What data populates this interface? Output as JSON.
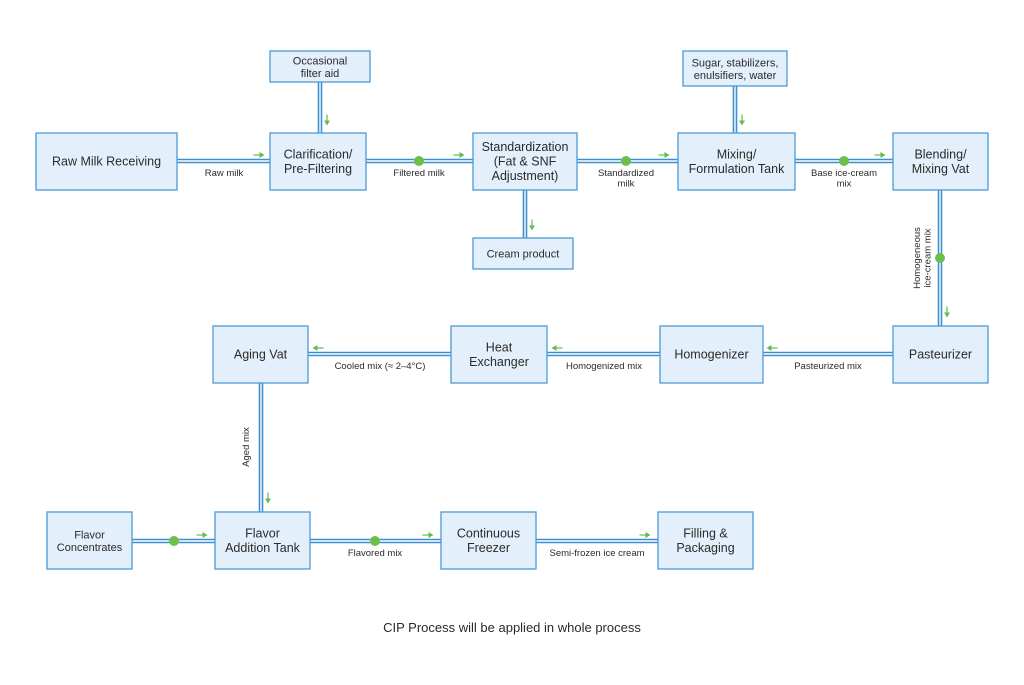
{
  "nodes": {
    "raw_milk": [
      "Raw Milk Receiving"
    ],
    "filter_aid": [
      "Occasional",
      "filter aid"
    ],
    "clarification": [
      "Clarification/",
      "Pre-Filtering"
    ],
    "standardization": [
      "Standardization",
      "(Fat & SNF",
      "Adjustment)"
    ],
    "cream": [
      "Cream product"
    ],
    "additives": [
      "Sugar, stabilizers,",
      "enulsifiers, water"
    ],
    "mixing": [
      "Mixing/",
      "Formulation Tank"
    ],
    "blending": [
      "Blending/",
      "Mixing Vat"
    ],
    "pasteurizer": [
      "Pasteurizer"
    ],
    "homogenizer": [
      "Homogenizer"
    ],
    "heat_exchanger": [
      "Heat",
      "Exchanger"
    ],
    "aging_vat": [
      "Aging Vat"
    ],
    "flavor_concentrates": [
      "Flavor",
      "Concentrates"
    ],
    "flavor_tank": [
      "Flavor",
      "Addition Tank"
    ],
    "freezer": [
      "Continuous",
      "Freezer"
    ],
    "filling": [
      "Filling &",
      "Packaging"
    ]
  },
  "edges": {
    "raw_milk": [
      "Raw milk"
    ],
    "filtered_milk": [
      "Filtered milk"
    ],
    "standardized_milk": [
      "Standardized",
      "milk"
    ],
    "base_mix": [
      "Base ice-cream",
      "mix"
    ],
    "homogeneous_mix": [
      "Homogeneous",
      "ice-cream mix"
    ],
    "pasteurized_mix": [
      "Pasteurized mix"
    ],
    "homogenized_mix": [
      "Homogenized mix"
    ],
    "cooled_mix": [
      "Cooled mix (≈ 2–4°C)"
    ],
    "aged_mix": [
      "Aged mix"
    ],
    "flavored_mix": [
      "Flavored mix"
    ],
    "semi_frozen": [
      "Semi-frozen ice cream"
    ]
  },
  "footer": "CIP Process will be applied in whole process",
  "colors": {
    "node_fill": "#e3f0fb",
    "node_border": "#4a9bd6",
    "pipe": "#3d8fd0",
    "flow_arrow": "#5fbf4a",
    "valve": "#6cc04a"
  }
}
